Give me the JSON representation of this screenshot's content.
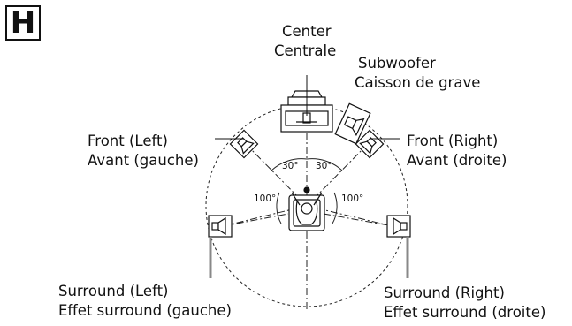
{
  "figure_letter": "H",
  "labels": {
    "center": {
      "en": "Center",
      "fr": "Centrale"
    },
    "subwoofer": {
      "en": "Subwoofer",
      "fr": "Caisson de grave"
    },
    "front_left": {
      "en": "Front (Left)",
      "fr": "Avant (gauche)"
    },
    "front_right": {
      "en": "Front (Right)",
      "fr": "Avant (droite)"
    },
    "surround_left": {
      "en": "Surround (Left)",
      "fr": "Effet surround (gauche)"
    },
    "surround_right": {
      "en": "Surround (Right)",
      "fr": "Effet surround (droite)"
    }
  },
  "angles": {
    "front_left": "30°",
    "front_right": "30°",
    "surround_left": "100°",
    "surround_right": "100°"
  }
}
